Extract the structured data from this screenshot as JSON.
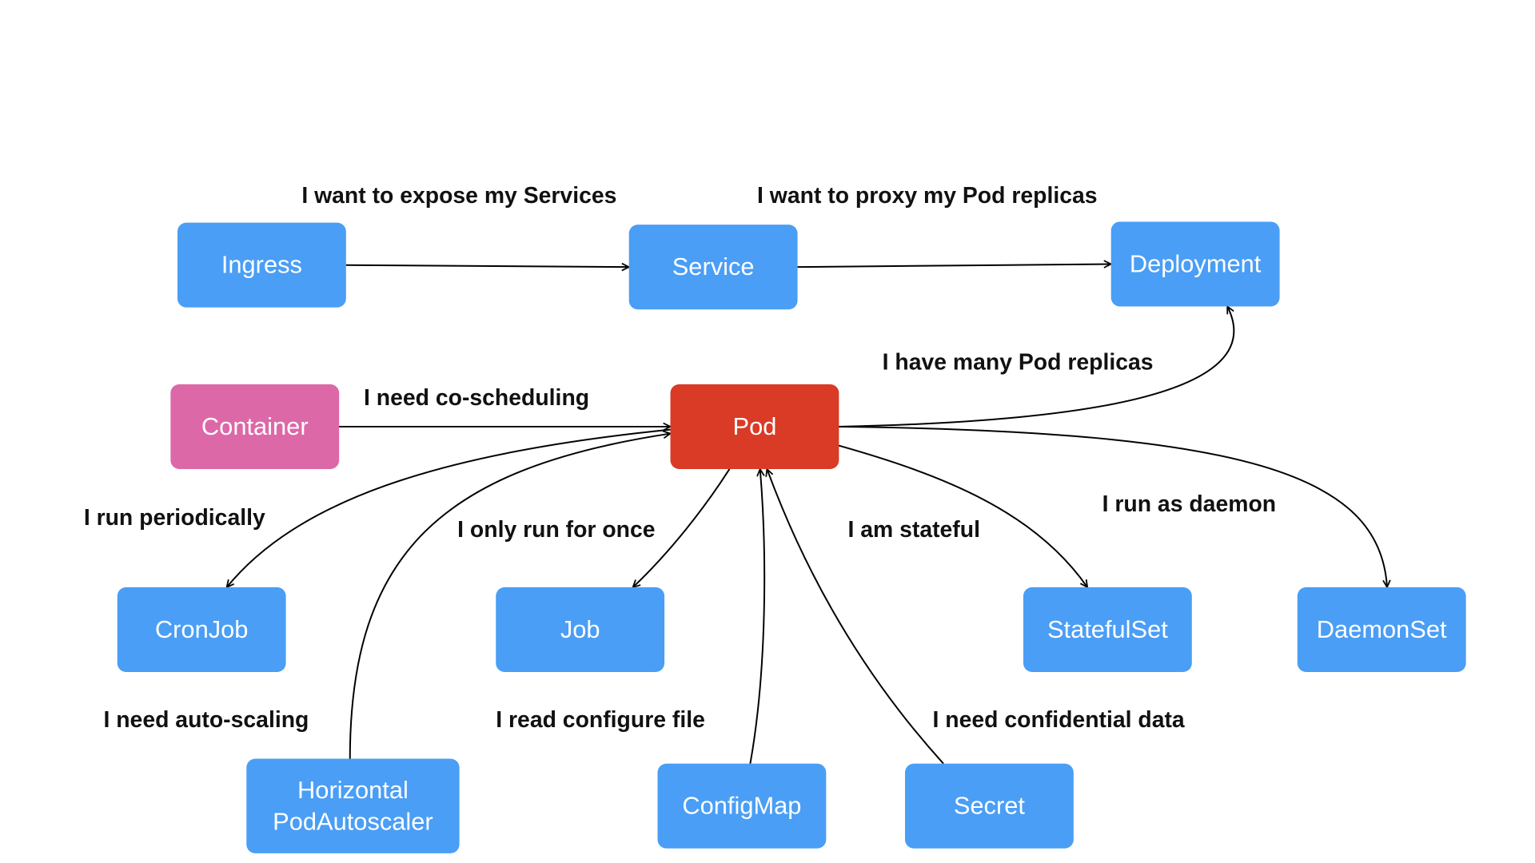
{
  "colors": {
    "resource": "#4a9ef5",
    "pod": "#d93b26",
    "container": "#dd68a8",
    "text_on_box": "#ffffff",
    "label_text": "#111111",
    "arrow": "#000000"
  },
  "nodes": {
    "ingress": "Ingress",
    "service": "Service",
    "deployment": "Deployment",
    "container": "Container",
    "pod": "Pod",
    "cronjob": "CronJob",
    "job": "Job",
    "statefulset": "StatefulSet",
    "daemonset": "DaemonSet",
    "hpa": "Horizontal\nPodAutoscaler",
    "configmap": "ConfigMap",
    "secret": "Secret"
  },
  "labels": {
    "expose_services": "I want to expose my Services",
    "proxy_replicas": "I want to proxy my Pod replicas",
    "many_replicas": "I have many Pod replicas",
    "co_scheduling": "I need co-scheduling",
    "run_periodically": "I run periodically",
    "run_once": "I only run for once",
    "stateful": "I am stateful",
    "run_daemon": "I run as daemon",
    "auto_scaling": "I need auto-scaling",
    "read_config": "I read configure file",
    "confidential": "I need confidential data"
  },
  "edges": [
    {
      "from": "Ingress",
      "to": "Service",
      "label": "I want to expose my Services"
    },
    {
      "from": "Service",
      "to": "Deployment",
      "label": "I want to proxy my Pod replicas"
    },
    {
      "from": "Pod",
      "to": "Deployment",
      "label": "I have many Pod replicas"
    },
    {
      "from": "Container",
      "to": "Pod",
      "label": "I need co-scheduling"
    },
    {
      "from": "Pod",
      "to": "CronJob",
      "label": "I run periodically"
    },
    {
      "from": "Pod",
      "to": "Job",
      "label": "I only run for once"
    },
    {
      "from": "Pod",
      "to": "StatefulSet",
      "label": "I am stateful"
    },
    {
      "from": "Pod",
      "to": "DaemonSet",
      "label": "I run as daemon"
    },
    {
      "from": "HorizontalPodAutoscaler",
      "to": "Pod",
      "label": "I need auto-scaling"
    },
    {
      "from": "ConfigMap",
      "to": "Pod",
      "label": "I read configure file"
    },
    {
      "from": "Secret",
      "to": "Pod",
      "label": "I need confidential data"
    }
  ]
}
